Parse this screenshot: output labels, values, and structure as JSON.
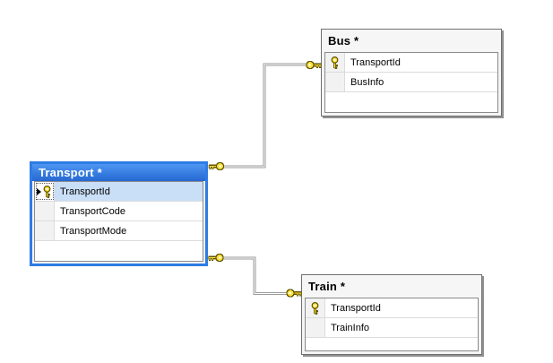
{
  "diagram": {
    "tables": [
      {
        "name": "Transport",
        "title": "Transport *",
        "selected": true,
        "columns": [
          {
            "name": "TransportId",
            "primary_key": true,
            "current_row": true
          },
          {
            "name": "TransportCode",
            "primary_key": false
          },
          {
            "name": "TransportMode",
            "primary_key": false
          }
        ]
      },
      {
        "name": "Bus",
        "title": "Bus *",
        "selected": false,
        "columns": [
          {
            "name": "TransportId",
            "primary_key": true
          },
          {
            "name": "BusInfo",
            "primary_key": false
          }
        ]
      },
      {
        "name": "Train",
        "title": "Train *",
        "selected": false,
        "columns": [
          {
            "name": "TransportId",
            "primary_key": true
          },
          {
            "name": "TrainInfo",
            "primary_key": false
          }
        ]
      }
    ],
    "relationships": [
      {
        "from": "Transport",
        "to": "Bus",
        "type": "one-to-one",
        "end_icons": "key-icon / key-icon"
      },
      {
        "from": "Transport",
        "to": "Train",
        "type": "one-to-one",
        "end_icons": "key-icon / key-icon"
      }
    ],
    "colors": {
      "canvas_bg": "#FFFFFF",
      "selected_accent": "#2E7CE4",
      "selected_header_top": "#4E96F2",
      "selected_header_bottom": "#2468D2",
      "selected_row_bg": "#C9DEF7",
      "key_yellow": "#FFE13B",
      "key_outline": "#5F5400",
      "connector_gray": "#9A9A9A"
    }
  }
}
